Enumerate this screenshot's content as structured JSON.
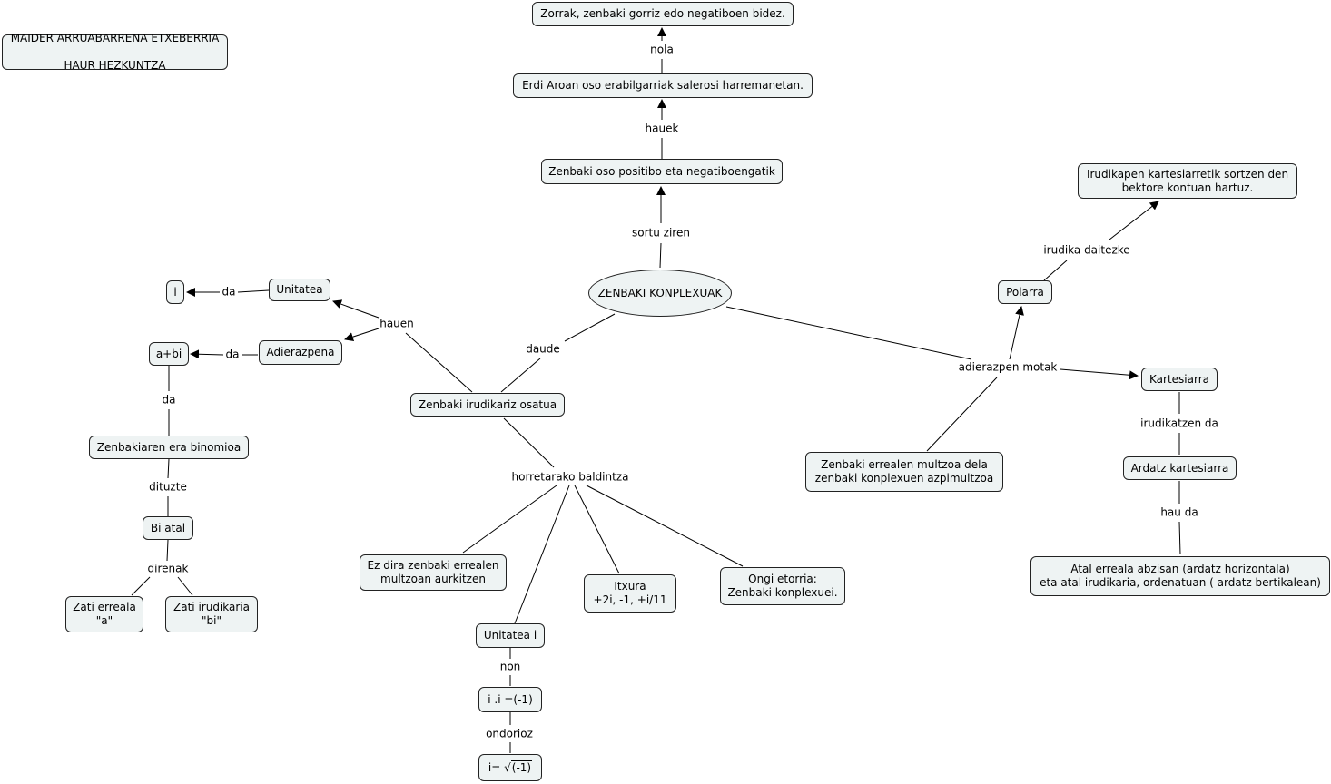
{
  "author": {
    "line1": "MAIDER ARRUABARRENA ETXEBERRIA",
    "line2": "HAUR HEZKUNTZA"
  },
  "nodes": {
    "center": "ZENBAKI KONPLEXUAK",
    "zorrak": "Zorrak, zenbaki gorriz edo negatiboen bidez.",
    "erdi_aroan": "Erdi Aroan oso erabilgarriak salerosi harremanetan.",
    "oso_positibo": "Zenbaki oso positibo eta negatiboengatik",
    "irudikapen": "Irudikapen kartesiarretik sortzen den\nbektore kontuan hartuz.",
    "polarra": "Polarra",
    "kartesiarra": "Kartesiarra",
    "ardatz": "Ardatz kartesiarra",
    "atal_erreala": "Atal erreala abzisan (ardatz horizontala)\neta atal irudikaria, ordenatuan ( ardatz bertikalean)",
    "errealen_multzoa": "Zenbaki errealen multzoa dela\nzenbaki konplexuen azpimultzoa",
    "irudikariz": "Zenbaki irudikariz osatua",
    "unitatea": "Unitatea",
    "i": "i",
    "adierazpena": "Adierazpena",
    "a_bi": "a+bi",
    "binomioa": "Zenbakiaren era binomioa",
    "bi_atal": "Bi atal",
    "zati_erreala": "Zati erreala\n\"a\"",
    "zati_irudikaria": "Zati irudikaria\n\"bi\"",
    "ez_dira": "Ez dira zenbaki errealen\nmultzoan aurkitzen",
    "itxura": "Itxura\n+2i, -1, +i/11",
    "ongi_etorria": "Ongi etorria:\nZenbaki konplexuei.",
    "unitatea_i": "Unitatea i",
    "i_i": "i .i =(-1)",
    "i_eq_prefix": "i=",
    "i_eq_radical": "√",
    "i_eq_radicand": "(-1)"
  },
  "links": {
    "nola": "nola",
    "hauek": "hauek",
    "sortu_ziren": "sortu ziren",
    "irudika_daitezke": "irudika daitezke",
    "adierazpen_motak": "adierazpen motak",
    "irudikatzen_da": "irudikatzen da",
    "hau_da": "hau da",
    "daude": "daude",
    "hauen": "hauen",
    "da_unitatea": "da",
    "da_adierazpena": "da",
    "da_abi": "da",
    "dituzte": "dituzte",
    "direnak": "direnak",
    "horretarako": "horretarako baldintza",
    "non": "non",
    "ondorioz": "ondorioz"
  }
}
